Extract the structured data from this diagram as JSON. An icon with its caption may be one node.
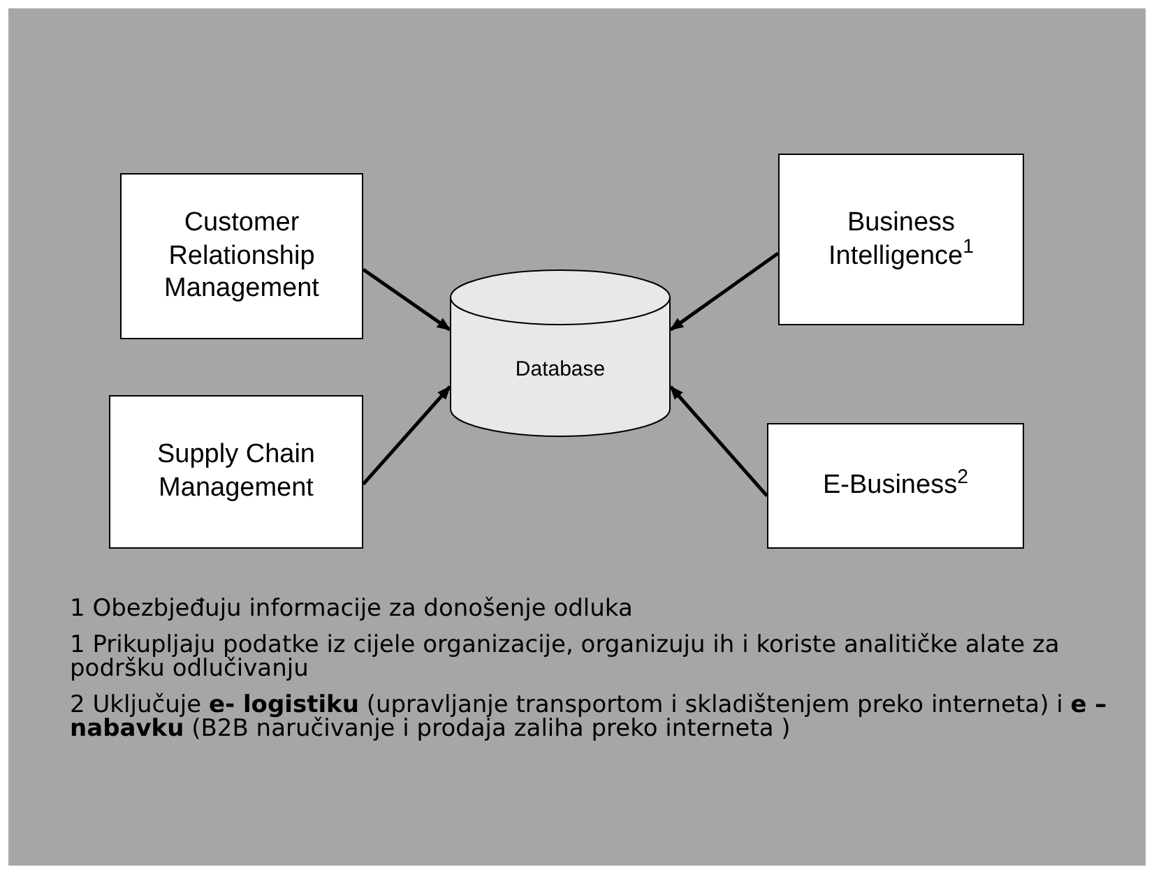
{
  "diagram": {
    "nodes": [
      {
        "text": [
          "Customer Relationship Management"
        ]
      },
      {
        "text": [
          "Business Intelligence$^{1}$"
        ]
      },
      {
        "text": [
          "Database"
        ]
      },
      {
        "text": [
          "Supply Chain Management"
        ]
      },
      {
        "text": [
          "E-Business$^{2}$"
        ]
      }
    ],
    "edges": [
      {
        "from": 0,
        "to": 2,
        "arrow": "to"
      },
      {
        "from": 1,
        "to": 2,
        "arrow": "to"
      },
      {
        "from": 3,
        "to": 2,
        "arrow": "to"
      },
      {
        "from": 4,
        "to": 2,
        "arrow": "to"
      }
    ],
    "labels": [
      "1 Obezbjeđuju informacije za donošenje odluka",
      "1 Prikupljaju podatke iz cijele organizacije, organizuju ih i koriste analitičke alate za podršku odlučivanju",
      "2 Uključuje **e- logistiku** (upravljanje transportom i skladištenjem preko interneta) i **e – nabavku** (B2B naručivanje i prodaja zaliha preko interneta )"
    ]
  }
}
